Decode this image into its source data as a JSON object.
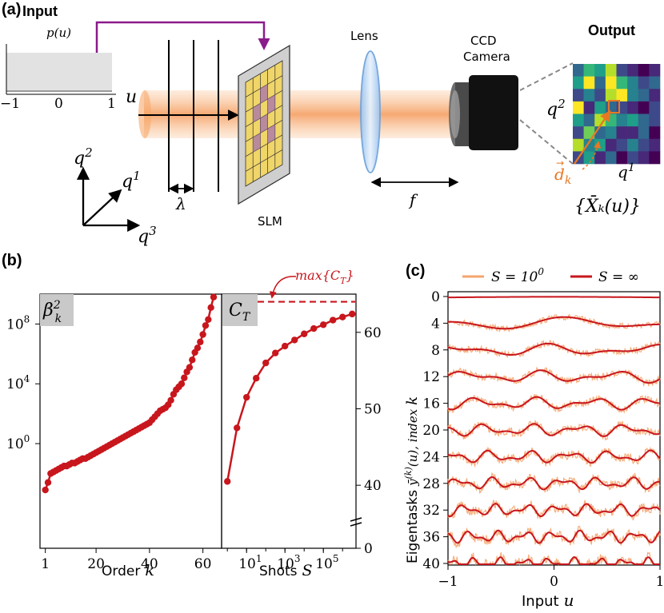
{
  "panel_a": {
    "label": "(a)",
    "input_title": "Input",
    "input_func": "p(u)",
    "input_ticks": [
      "−1",
      "0",
      "1"
    ],
    "u_label": "u",
    "lambda_label": "λ",
    "slm_label": "SLM",
    "lens_label": "Lens",
    "camera_label_1": "CCD",
    "camera_label_2": "Camera",
    "f_label": "f",
    "axis_q1": "q",
    "axis_q2": "q",
    "axis_q3": "q",
    "axis_q1_sup": "1",
    "axis_q2_sup": "2",
    "axis_q3_sup": "3",
    "output_title": "Output",
    "output_q2": "q",
    "output_q2_sup": "2",
    "output_q1": "q",
    "output_q1_sup": "1",
    "dk_label": "d",
    "dk_sub": "k",
    "output_set": "{X̄ₖ(u)}",
    "colors": {
      "beam": "#f6a86b",
      "arrow": "#8b1a8b",
      "orange": "#e87722"
    },
    "output_grid": [
      [
        0.35,
        0.6,
        0.5,
        0.85,
        0.2,
        0.15,
        0.05,
        0.1
      ],
      [
        0.55,
        0.95,
        0.3,
        0.9,
        0.65,
        0.4,
        0.2,
        0.3
      ],
      [
        0.25,
        0.4,
        0.2,
        0.85,
        0.95,
        0.45,
        0.3,
        0.15
      ],
      [
        0.95,
        0.15,
        0.55,
        0.3,
        0.2,
        0.1,
        0.05,
        0.2
      ],
      [
        0.5,
        0.35,
        0.85,
        0.6,
        0.45,
        0.55,
        0.35,
        0.25
      ],
      [
        0.2,
        0.75,
        0.3,
        0.4,
        0.15,
        0.1,
        0.3,
        0.05
      ],
      [
        0.8,
        0.4,
        0.5,
        0.1,
        0.25,
        0.45,
        0.2,
        0.15
      ],
      [
        0.25,
        0.55,
        0.15,
        0.3,
        0.05,
        0.2,
        0.1,
        0.05
      ]
    ]
  },
  "panel_b": {
    "label": "(b)",
    "left_badge": "β",
    "left_badge_sup": "2",
    "left_badge_sub": "k",
    "right_badge": "C",
    "right_badge_sub": "T",
    "max_label": "max{C",
    "max_label_sub": "T",
    "max_label_end": "}",
    "left_yticks": [
      {
        "text": "10",
        "sup": "8",
        "v": 8
      },
      {
        "text": "10",
        "sup": "4",
        "v": 4
      },
      {
        "text": "10",
        "sup": "0",
        "v": 0
      }
    ],
    "left_xticks": [
      {
        "text": "1",
        "v": 1
      },
      {
        "text": "20",
        "v": 20
      },
      {
        "text": "40",
        "v": 40
      },
      {
        "text": "60",
        "v": 60
      }
    ],
    "left_xlabel": "Order",
    "left_xlabel_var": "k",
    "right_yticks": [
      {
        "text": "60",
        "v": 60
      },
      {
        "text": "50",
        "v": 50
      },
      {
        "text": "40",
        "v": 40
      },
      {
        "text": "0",
        "v": 0
      }
    ],
    "right_xticks": [
      {
        "text": "10",
        "sup": "1",
        "v": 1
      },
      {
        "text": "10",
        "sup": "3",
        "v": 3
      },
      {
        "text": "10",
        "sup": "5",
        "v": 5
      }
    ],
    "right_xlabel": "Shots",
    "right_xlabel_var": "S"
  },
  "panel_c": {
    "label": "(c)",
    "legend": [
      {
        "name": "S = 10",
        "sup": "0",
        "color": "#f5a46d"
      },
      {
        "name": "S = ∞",
        "sup": "",
        "color": "#c8161d"
      }
    ],
    "yticks": [
      "0",
      "4",
      "8",
      "12",
      "16",
      "20",
      "24",
      "28",
      "32",
      "36",
      "40"
    ],
    "xticks": [
      "−1",
      "0",
      "1"
    ],
    "ylabel": "Eigentasks",
    "ylabel_func": "ȳ",
    "ylabel_sup": "(k)",
    "ylabel_arg": "(u), index",
    "ylabel_var": "k",
    "xlabel": "Input",
    "xlabel_var": "u"
  },
  "chart_data": [
    {
      "type": "scatter",
      "title": "",
      "badge": "β_k^2",
      "xlabel": "Order k",
      "ylabel": "",
      "yscale": "log",
      "xlim": [
        -1,
        67
      ],
      "ylim": [
        1e-07,
        10000000000.0
      ],
      "x": [
        1,
        2,
        3,
        4,
        5,
        6,
        7,
        8,
        9,
        10,
        11,
        12,
        13,
        14,
        15,
        16,
        17,
        18,
        19,
        20,
        21,
        22,
        23,
        24,
        25,
        26,
        27,
        28,
        29,
        30,
        31,
        32,
        33,
        34,
        35,
        36,
        37,
        38,
        39,
        40,
        41,
        42,
        43,
        44,
        45,
        46,
        47,
        48,
        49,
        50,
        51,
        52,
        53,
        54,
        55,
        56,
        57,
        58,
        59,
        60,
        61,
        62,
        63,
        64
      ],
      "log10_y": [
        -3.1,
        -2.6,
        -2.0,
        -1.9,
        -1.8,
        -1.7,
        -1.6,
        -1.5,
        -1.5,
        -1.4,
        -1.3,
        -1.3,
        -1.2,
        -1.1,
        -1.0,
        -1.0,
        -0.9,
        -0.8,
        -0.7,
        -0.6,
        -0.5,
        -0.4,
        -0.3,
        -0.2,
        -0.1,
        0.0,
        0.1,
        0.2,
        0.3,
        0.4,
        0.5,
        0.6,
        0.7,
        0.8,
        0.9,
        1.0,
        1.1,
        1.2,
        1.3,
        1.4,
        1.6,
        1.8,
        2.0,
        2.2,
        2.3,
        2.4,
        2.6,
        2.9,
        3.3,
        3.6,
        3.8,
        4.0,
        4.4,
        4.8,
        5.1,
        5.6,
        6.1,
        6.4,
        6.8,
        7.3,
        7.9,
        8.3,
        9.1,
        9.8
      ]
    },
    {
      "type": "line",
      "title": "",
      "badge": "C_T",
      "xlabel": "Shots S",
      "ylabel": "",
      "xscale": "log",
      "xlim": [
        -0.3,
        6.7
      ],
      "ylim": [
        0,
        65
      ],
      "log10_x": [
        0,
        0.5,
        1,
        1.5,
        2,
        2.5,
        3,
        3.5,
        4,
        4.5,
        5,
        5.5,
        6,
        6.5
      ],
      "y": [
        40.5,
        47.5,
        51.5,
        54,
        56,
        57.3,
        58.2,
        59,
        59.8,
        60.5,
        61,
        61.6,
        62,
        62.4
      ],
      "max_CT": 64
    },
    {
      "type": "line",
      "title": "",
      "xlabel": "Input u",
      "ylabel": "Eigentasks ȳ^(k)(u), index k",
      "xlim": [
        -1,
        1
      ],
      "series": [
        {
          "name": "S = 10^0",
          "color": "#f5a46d"
        },
        {
          "name": "S = ∞",
          "color": "#c8161d"
        }
      ],
      "eigentask_indices": [
        0,
        4,
        8,
        12,
        16,
        20,
        24,
        28,
        32,
        36,
        40
      ]
    }
  ]
}
